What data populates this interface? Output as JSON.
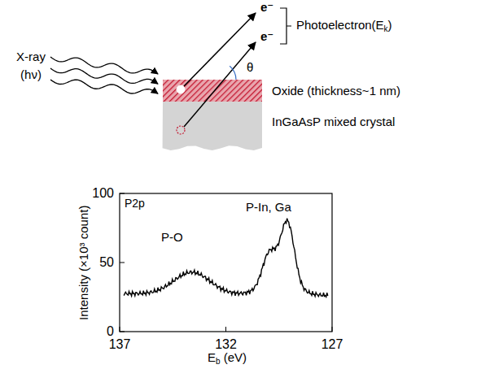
{
  "diagram": {
    "labels": [
      "X-ray",
      "(hν)",
      "e⁻",
      "e⁻",
      "Photoelectron(E",
      "k",
      ")",
      "θ",
      "Oxide (thickness~1 nm)",
      "InGaAsP mixed crystal",
      "P2p",
      "P-O",
      "P-In, Ga",
      "Intensity (×10³ count)",
      "100",
      "50",
      "0",
      "137",
      "132",
      "127",
      "E",
      "b",
      " (eV)"
    ]
  }
}
